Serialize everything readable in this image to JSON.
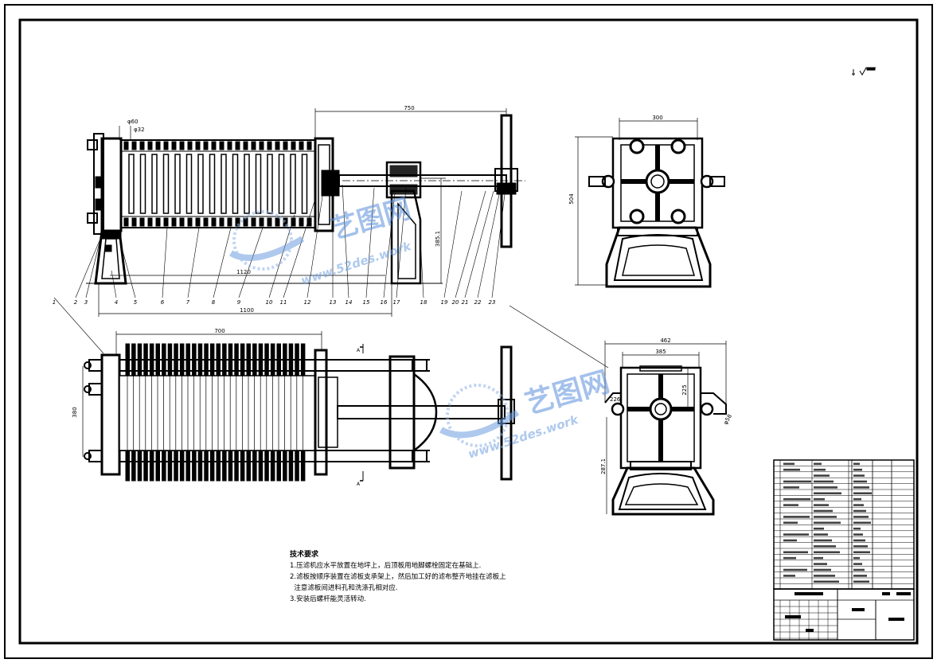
{
  "drawing": {
    "dimensions": {
      "top_overall": "750",
      "dia_outer": "φ60",
      "dia_inner": "φ32",
      "inner_length": "1120",
      "base_length": "1100",
      "height_right": "385.1",
      "plan_length": "700",
      "plan_width": "380",
      "side_width": "300",
      "side_height": "504",
      "end_width_outer": "462",
      "end_width_inner": "385",
      "end_dim_a": "225",
      "end_dim_b": "226",
      "end_height": "287.1",
      "end_dia": "φ58"
    },
    "balloons_left": [
      "1",
      "2",
      "3",
      "4",
      "5",
      "6",
      "7",
      "8",
      "9",
      "10",
      "11",
      "12",
      "13"
    ],
    "balloons_right": [
      "14",
      "15",
      "16",
      "17",
      "18",
      "19",
      "20",
      "21",
      "22",
      "23"
    ],
    "section_mark": "A"
  },
  "watermarks": [
    {
      "brand": "艺图网",
      "url": "www.52des.work"
    },
    {
      "brand": "艺图网",
      "url": "www.52des.work"
    }
  ],
  "tech_requirements": {
    "title": "技术要求",
    "items": [
      "1.压滤机应水平放置在地坪上，后顶板用地脚螺栓固定在基础上.",
      "2.滤板按顺序装置在滤板支承架上，然后加工好的滤布整齐地挂在滤板上",
      "  注意滤板间进料孔和洗涤孔相对应.",
      "3.安装后螺杆能灵活转动."
    ]
  }
}
